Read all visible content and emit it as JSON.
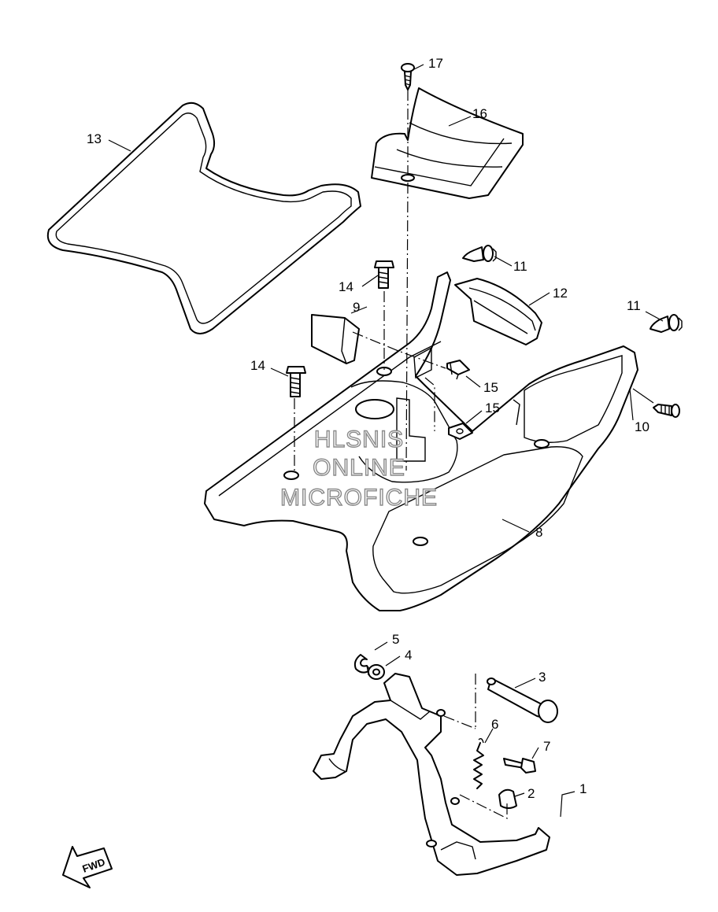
{
  "callouts": {
    "p1": "1",
    "p2": "2",
    "p3": "3",
    "p4": "4",
    "p5": "5",
    "p6": "6",
    "p7": "7",
    "p8": "8",
    "p9": "9",
    "p10": "10",
    "p11a": "11",
    "p11b": "11",
    "p12": "12",
    "p13": "13",
    "p14a": "14",
    "p14b": "14",
    "p15a": "15",
    "p15b": "15",
    "p16": "16",
    "p17": "17"
  },
  "watermark": {
    "line1": "HLSNIS",
    "line2": "ONLINE",
    "line3": "MICROFICHE"
  },
  "fwd_label": "FWD"
}
